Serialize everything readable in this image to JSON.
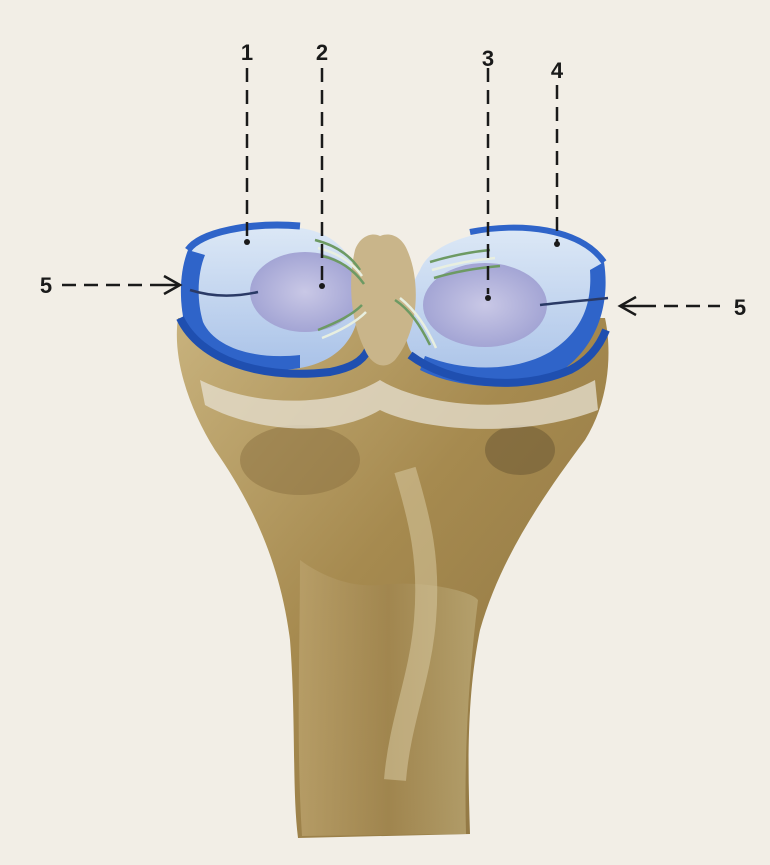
{
  "labels": {
    "l1": "1",
    "l2": "2",
    "l3": "3",
    "l4": "4",
    "l5_left": "5",
    "l5_right": "5"
  },
  "colors": {
    "paper": "#f2eee6",
    "bone": "#b39a63",
    "meniscus_blue": "#2f64c9",
    "cartilage_lavender": "#b7b9dc",
    "ligament_green": "#6d9a63",
    "ink": "#1a1a1a"
  }
}
